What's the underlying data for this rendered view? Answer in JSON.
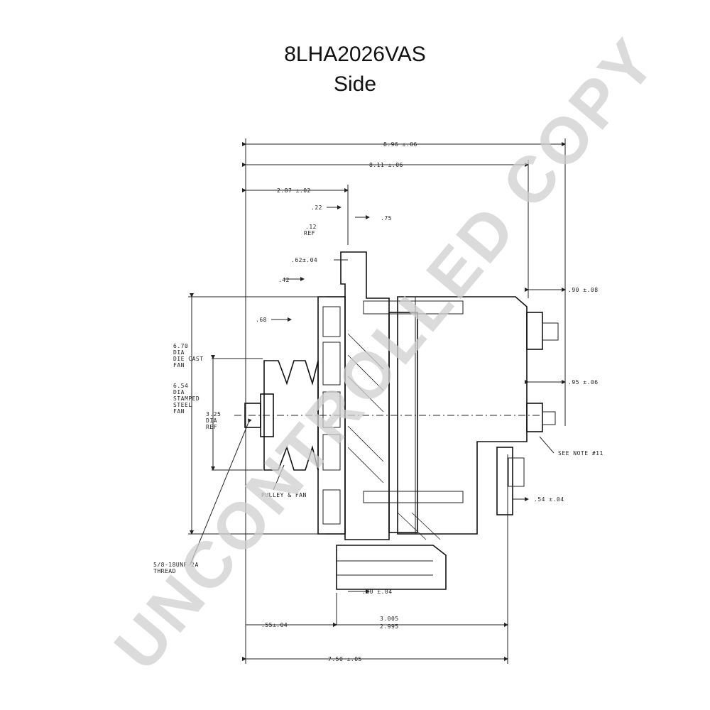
{
  "header": {
    "part_number": "8LHA2026VAS",
    "view": "Side"
  },
  "dimensions": {
    "overall_length": "8.96 ±.06",
    "length_2": "8.11 ±.06",
    "pulley_to_flange": "2.87 ±.02",
    "d_22": ".22",
    "d_12_ref": ".12",
    "ref": "REF",
    "d_75": ".75",
    "d_62": ".62±.04",
    "d_42": ".42",
    "d_68": ".68",
    "fan_die_cast": [
      "6.70",
      "DIA",
      "DIE CAST",
      "FAN"
    ],
    "fan_stamped": [
      "6.54",
      "DIA",
      "STAMPED",
      "STEEL",
      "FAN"
    ],
    "pulley_dia": [
      "3.25",
      "DIA",
      "REF"
    ],
    "thread": [
      "5/8-18UNF-2A",
      "THREAD"
    ],
    "pulley_fan": "PULLEY & FAN",
    "d_90": ".90 ±.08",
    "d_95": ".95 ±.06",
    "see_note": "SEE NOTE #11",
    "d_54": ".54 ±.04",
    "d_30": ".30 ±.04",
    "d_55": ".55±.04",
    "d_3005": "3.005",
    "d_2995": "2.995",
    "base_length": "7.50 ±.05"
  },
  "watermark": "UNCONTROLLED COPY"
}
